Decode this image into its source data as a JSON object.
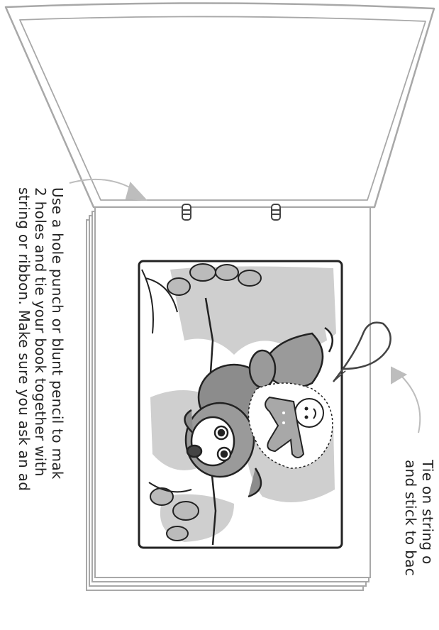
{
  "instructions": {
    "hole_punch_lines": [
      "Use a hole punch or blunt pencil to mak",
      "2 holes and tie your book together with",
      "string or ribbon. Make sure you ask an ad"
    ],
    "string_lines": [
      "Tie on string o",
      "and stick to bac"
    ]
  },
  "colors": {
    "outline": "#a8a8a8",
    "picture_outline": "#222222",
    "fill_gray": "#c9c9c9",
    "background": "#ffffff"
  },
  "icons": [
    "ring-binder-icon",
    "arrow-icon",
    "string-loop-icon",
    "gingerbread-man-icon",
    "fox-character-icon",
    "flower-icon"
  ]
}
